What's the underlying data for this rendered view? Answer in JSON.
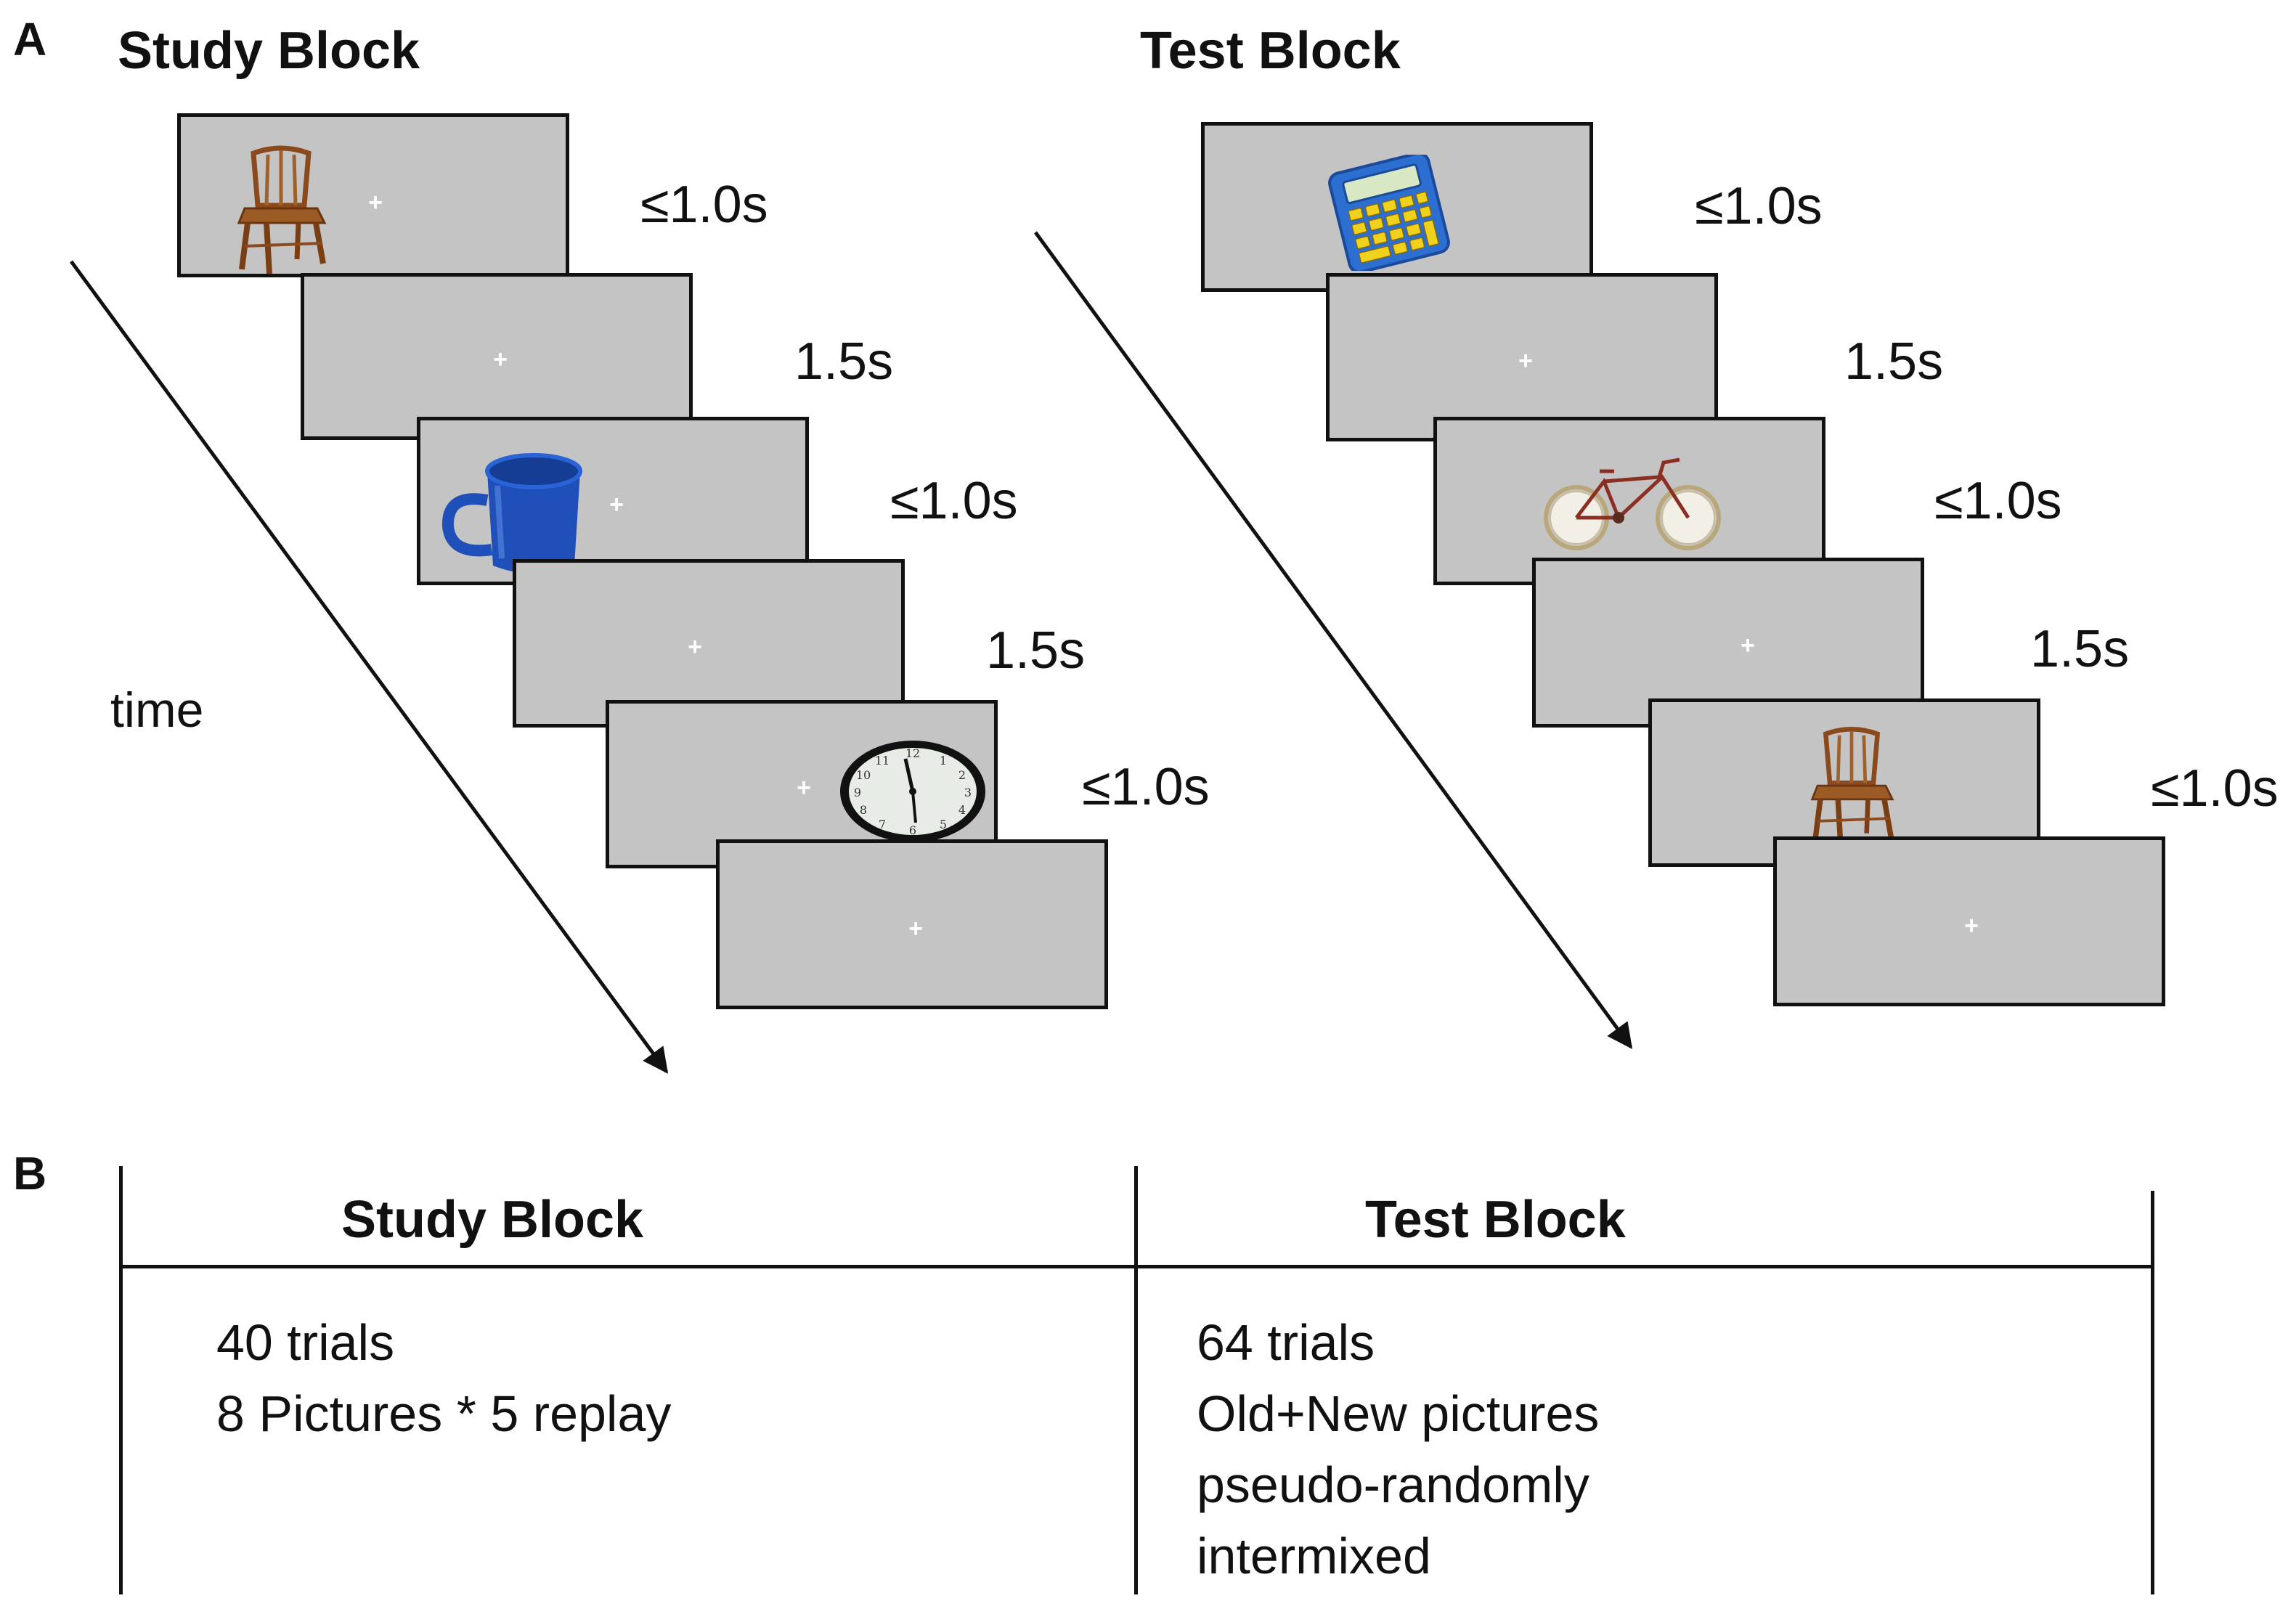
{
  "panel_a": {
    "letter": "A",
    "study": {
      "title": "Study Block",
      "durations": [
        "≤1.0s",
        "1.5s",
        "≤1.0s",
        "1.5s",
        "≤1.0s"
      ],
      "pictures": [
        "chair",
        "cup",
        "clock"
      ]
    },
    "test": {
      "title": "Test Block",
      "durations": [
        "≤1.0s",
        "1.5s",
        "≤1.0s",
        "1.5s",
        "≤1.0s"
      ],
      "pictures": [
        "calculator",
        "bicycle",
        "chair"
      ]
    },
    "time_label": "time",
    "fixation": "+"
  },
  "panel_b": {
    "letter": "B",
    "study": {
      "title": "Study Block",
      "lines": [
        "40 trials",
        "8 Pictures * 5 replay"
      ]
    },
    "test": {
      "title": "Test Block",
      "lines": [
        "64 trials",
        "Old+New pictures",
        "pseudo-randomly",
        "intermixed"
      ]
    }
  },
  "colors": {
    "screen_gray": "#c4c4c4",
    "fixation": "#ffffff",
    "outline": "#111111",
    "cup_blue": "#1f4fb8",
    "chair_brown": "#8a4a1c",
    "calculator_blue": "#2d6fd0",
    "calculator_keys": "#f0d21e",
    "bike_red": "#8b2f22"
  }
}
